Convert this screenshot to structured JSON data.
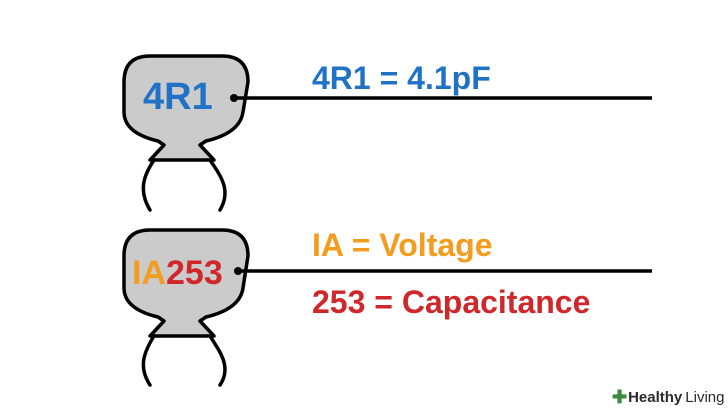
{
  "colors": {
    "blue": "#1f72c6",
    "orange": "#f39c1e",
    "red": "#d0272b",
    "capacitor_fill": "#cbcbcb",
    "line": "#000000"
  },
  "capacitor_top": {
    "code": "4R1"
  },
  "capacitor_bottom": {
    "code_prefix": "IA",
    "code_number": "253"
  },
  "labels": {
    "top": "4R1 = 4.1pF",
    "voltage": "IA = Voltage",
    "capacitance": "253 = Capacitance"
  },
  "watermark": {
    "icon": "plus-cross-icon",
    "brand_a": "Healthy",
    "brand_b": "Living"
  }
}
